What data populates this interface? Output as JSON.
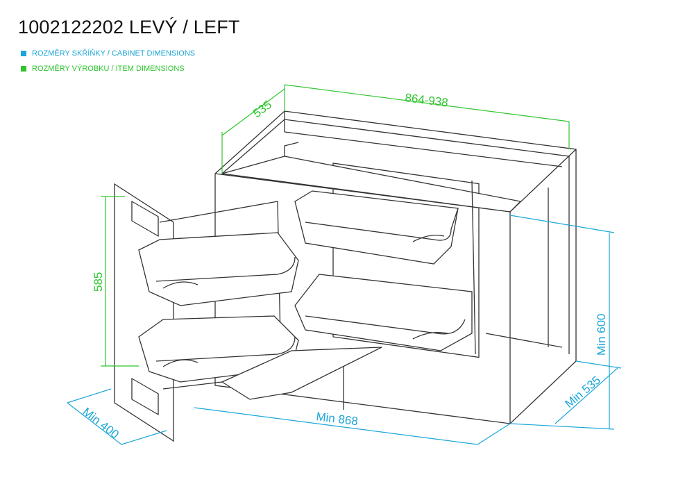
{
  "title": "1002122202 LEVÝ / LEFT",
  "legend": [
    {
      "label": "ROZMĚRY SKŘÍŇKY / CABINET DIMENSIONS",
      "color": "#1ba6d8"
    },
    {
      "label": "ROZMĚRY VÝROBKU / ITEM DIMENSIONS",
      "color": "#2ec52e"
    }
  ],
  "dimensions": {
    "item_depth": "535",
    "item_width": "864-938",
    "item_height": "585",
    "cabinet_height": "Min 600",
    "cabinet_depth": "Min 535",
    "cabinet_width": "Min 868",
    "cabinet_door": "Min 400"
  }
}
